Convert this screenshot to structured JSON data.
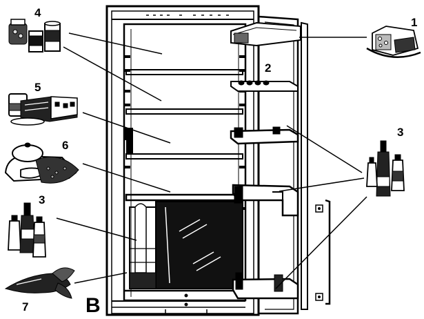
{
  "figure_letter": "B",
  "callouts": [
    {
      "id": "c4",
      "label": "4",
      "content": "jars-and-cans"
    },
    {
      "id": "c1",
      "label": "1",
      "content": "butter-and-cheese"
    },
    {
      "id": "c2",
      "label": "2",
      "content": "eggs"
    },
    {
      "id": "c5",
      "label": "5",
      "content": "cakes-and-cheese"
    },
    {
      "id": "c3a",
      "label": "3",
      "content": "bottles"
    },
    {
      "id": "c6",
      "label": "6",
      "content": "meat-and-fish"
    },
    {
      "id": "c3b",
      "label": "3",
      "content": "bottles"
    },
    {
      "id": "c7",
      "label": "7",
      "content": "vegetables"
    }
  ],
  "icons": [
    "jars-icon",
    "butter-icon",
    "cake-icon",
    "bottles-icon",
    "meat-icon",
    "bottles-left-icon",
    "vegetables-icon"
  ]
}
